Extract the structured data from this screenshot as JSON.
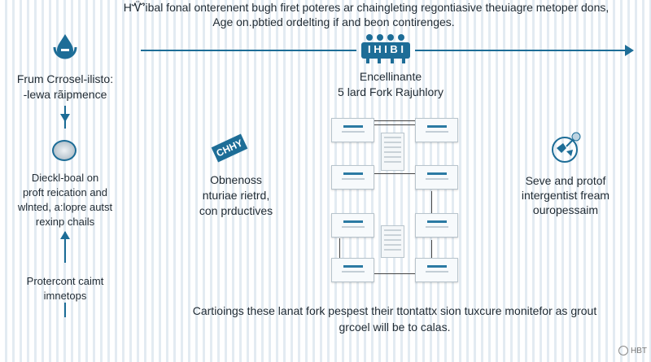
{
  "header": {
    "line1": "HᏉ̈ibal fonal onterenent bugh firet poteres ar chaingleting regontiasive theuiagre metoper dons,",
    "line2": "Age on.pbtied ordelting if and beon contirenges."
  },
  "center_badge": {
    "label": "I H I B I",
    "title": "Encellinante",
    "subtitle": "5 lard Fork Rajuhlory"
  },
  "left": {
    "step1": [
      "Frum Crrosel-ilisto:",
      "-lewa rãipmence"
    ],
    "step2": [
      "Dieckl-boal on",
      "proft reication and",
      "wlnted, a:lopre autst",
      "rexinp chails"
    ],
    "step3": [
      "Protercont caimt",
      "imnetops"
    ]
  },
  "middle": {
    "tag": "CHHY",
    "text": [
      "Obnenoss",
      "nturiae rietrd,",
      "con prductives"
    ]
  },
  "right": {
    "text": [
      "Seve and protof",
      "intergentist fream",
      "ouropessaim"
    ]
  },
  "footer": {
    "line1": "Cartioings these lanat fork pespest their ttontattx sion tuxcure monitefor as grout",
    "line2": "grcoel will be to calas.",
    "logo": "HBT"
  },
  "colors": {
    "accent": "#1d6d97",
    "stripe": "#e3ebf2"
  }
}
